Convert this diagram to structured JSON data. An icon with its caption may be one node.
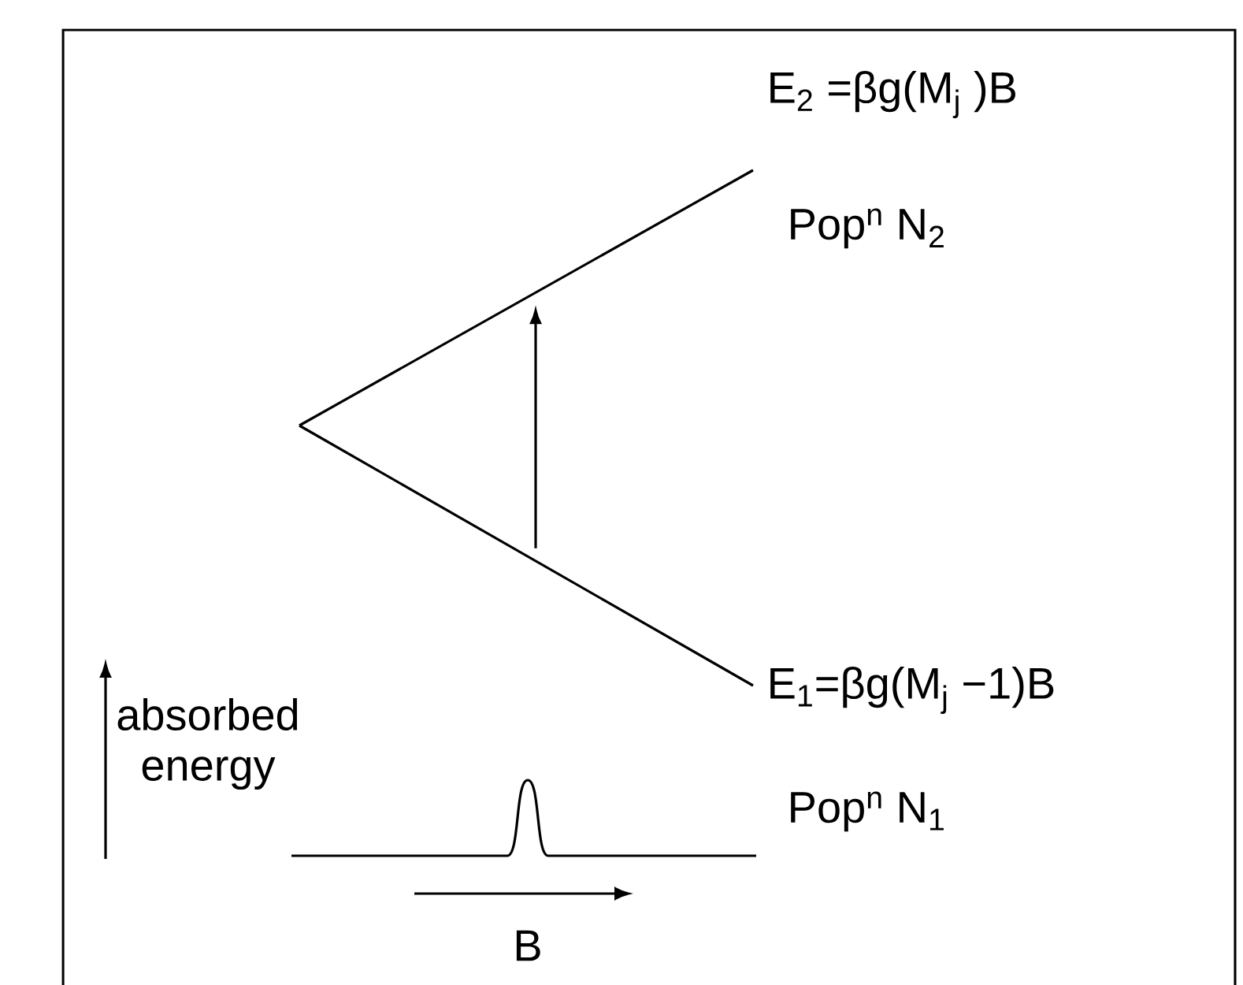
{
  "diagram": {
    "labels": [
      "E$_{2}$ =βg(M$_{j}$ )B",
      "Pop$^{n}$ N$_{2}$",
      "E$_{1}$=βg(M$_{j}$ −1)B",
      "Pop$^{n}$ N$_{1}$",
      "absorbed energy",
      "B"
    ]
  }
}
